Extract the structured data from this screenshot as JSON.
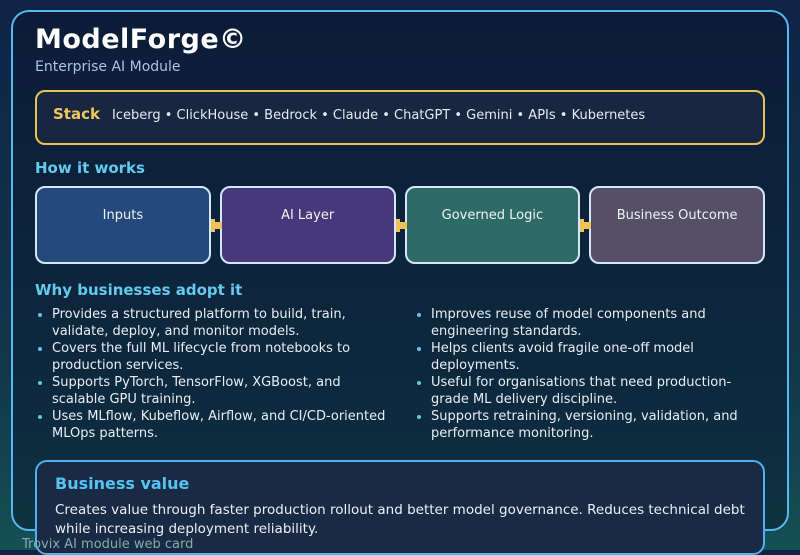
{
  "header": {
    "title": "ModelForge©",
    "subtitle": "Enterprise AI Module"
  },
  "stack": {
    "label": "Stack",
    "items": [
      "Iceberg",
      "ClickHouse",
      "Bedrock",
      "Claude",
      "ChatGPT",
      "Gemini",
      "APIs",
      "Kubernetes"
    ],
    "separator": " • "
  },
  "how_it_works": {
    "heading": "How it works",
    "steps": [
      {
        "label": "Inputs",
        "color": "#25497b"
      },
      {
        "label": "AI Layer",
        "color": "#47387b"
      },
      {
        "label": "Governed Logic",
        "color": "#2e6b67"
      },
      {
        "label": "Business Outcome",
        "color": "#555066"
      }
    ],
    "arrow_color": "#eec258"
  },
  "why": {
    "heading": "Why businesses adopt it",
    "left": [
      "Provides a structured platform to build, train, validate, deploy, and monitor models.",
      "Covers the full ML lifecycle from notebooks to production services.",
      "Supports PyTorch, TensorFlow, XGBoost, and scalable GPU training.",
      "Uses MLflow, Kubeflow, Airflow, and CI/CD-oriented MLOps patterns."
    ],
    "right": [
      "Improves reuse of model components and engineering standards.",
      "Helps clients avoid fragile one-off model deployments.",
      "Useful for organisations that need production-grade ML delivery discipline.",
      "Supports retraining, versioning, validation, and performance monitoring."
    ]
  },
  "business_value": {
    "heading": "Business value",
    "text": "Creates value through faster production rollout and better model governance. Reduces technical debt while increasing deployment reliability."
  },
  "footer": {
    "caption": "Trovix AI module web card"
  },
  "colors": {
    "card_border": "#57b7f3",
    "stack_border": "#e9c257",
    "heading_accent": "#64cbee",
    "gold_accent": "#f2c75c",
    "background_top": "#0f2347",
    "background_bottom": "#155055"
  }
}
